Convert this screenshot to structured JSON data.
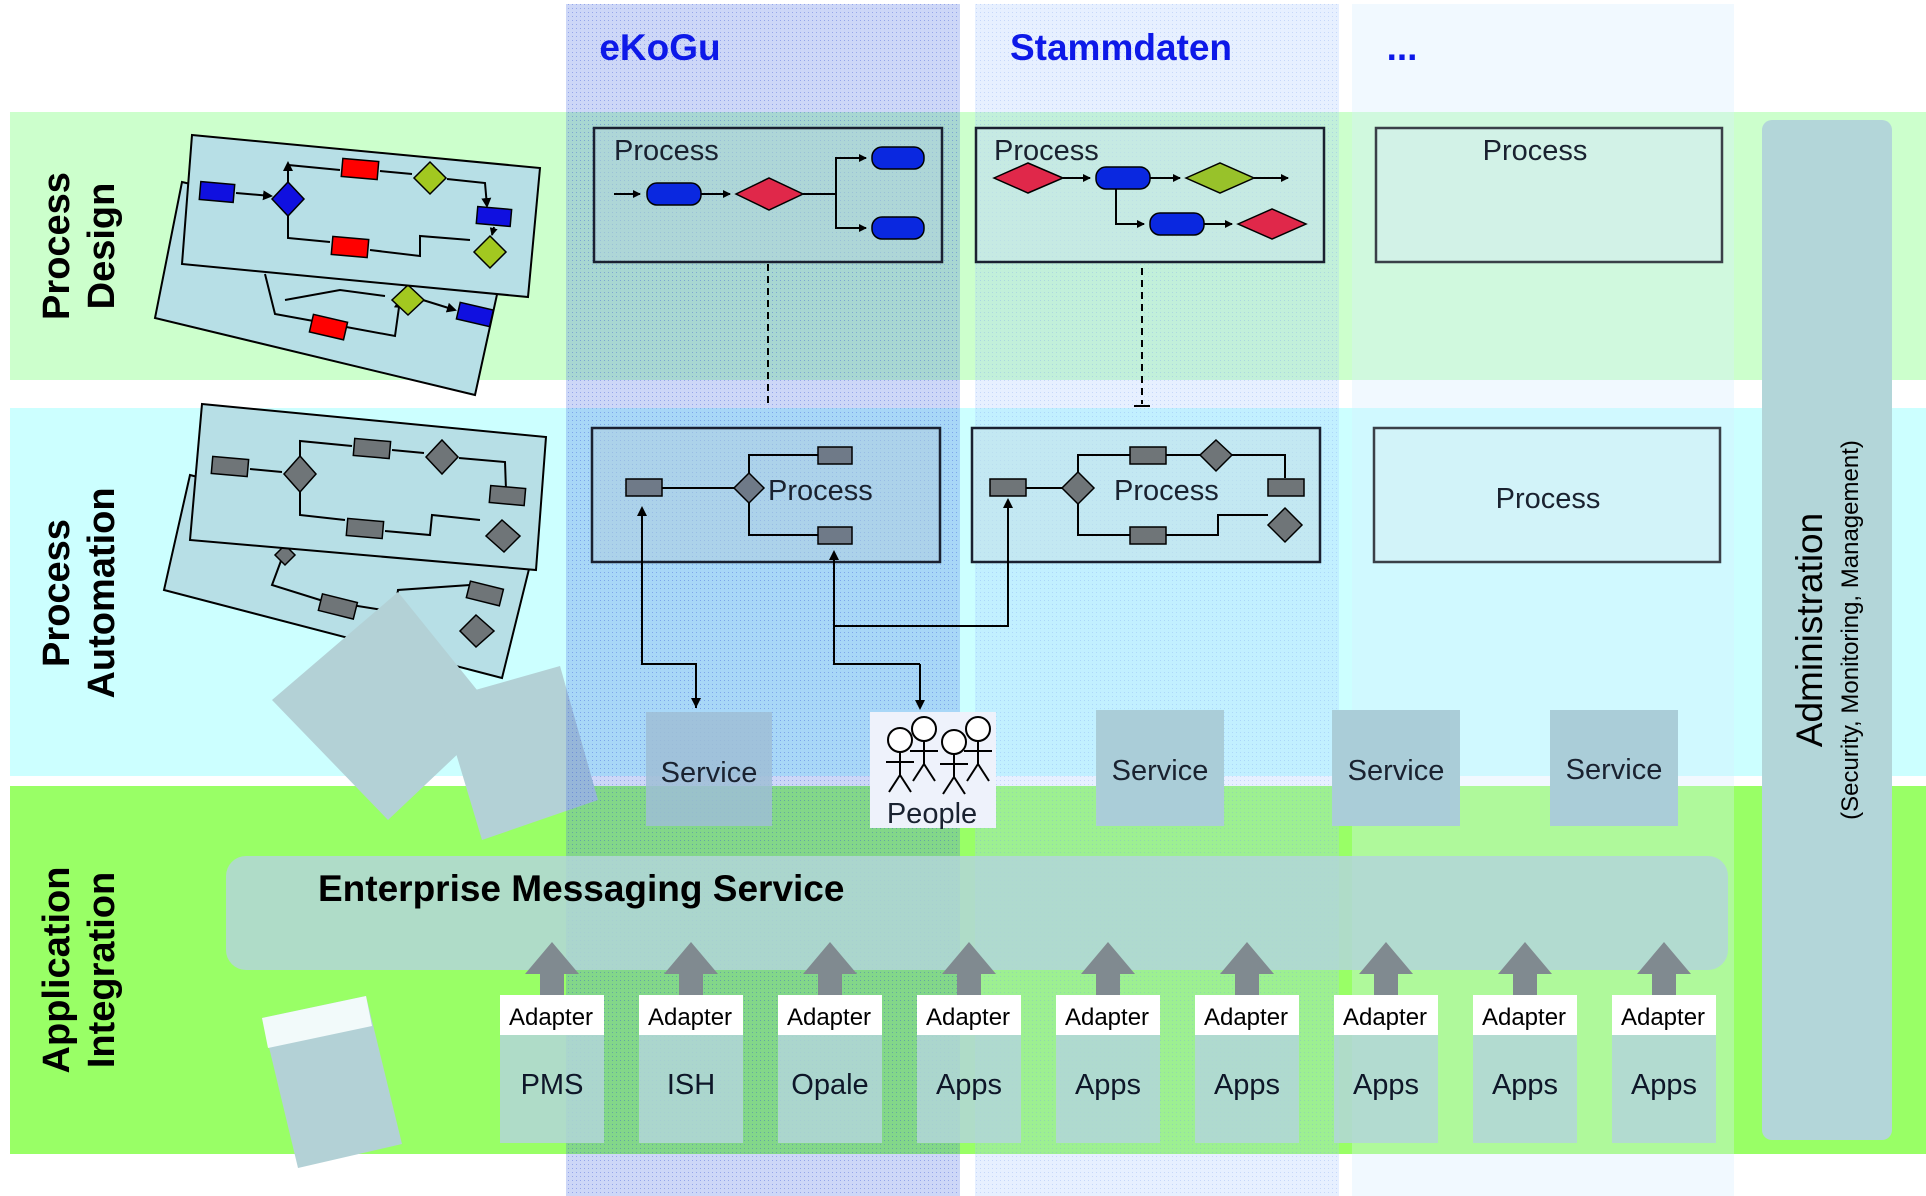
{
  "columns": {
    "col1": "eKoGu",
    "col2": "Stammdaten",
    "col3": "..."
  },
  "layers": {
    "design_line1": "Process",
    "design_line2": "Design",
    "automation_line1": "Process",
    "automation_line2": "Automation",
    "integration_line1": "Application",
    "integration_line2": "Integration"
  },
  "process_label": "Process",
  "service_label": "Service",
  "people_label": "People",
  "ems_label": "Enterprise Messaging Service",
  "admin": {
    "title": "Administration",
    "subtitle": "(Security, Monitoring, Management)"
  },
  "adapter_label": "Adapter",
  "systems": [
    "PMS",
    "ISH",
    "Opale",
    "Apps",
    "Apps",
    "Apps",
    "Apps",
    "Apps",
    "Apps"
  ],
  "colors": {
    "design_band": "#ccffcc",
    "automation_band": "#ccffff",
    "integration_band": "#99ff66",
    "column_title": "#0d19e8",
    "flow_blue": "#0a28e0",
    "flow_red": "#e0284a",
    "flow_green": "#98c22a",
    "flow_gray": "#6f7578"
  }
}
